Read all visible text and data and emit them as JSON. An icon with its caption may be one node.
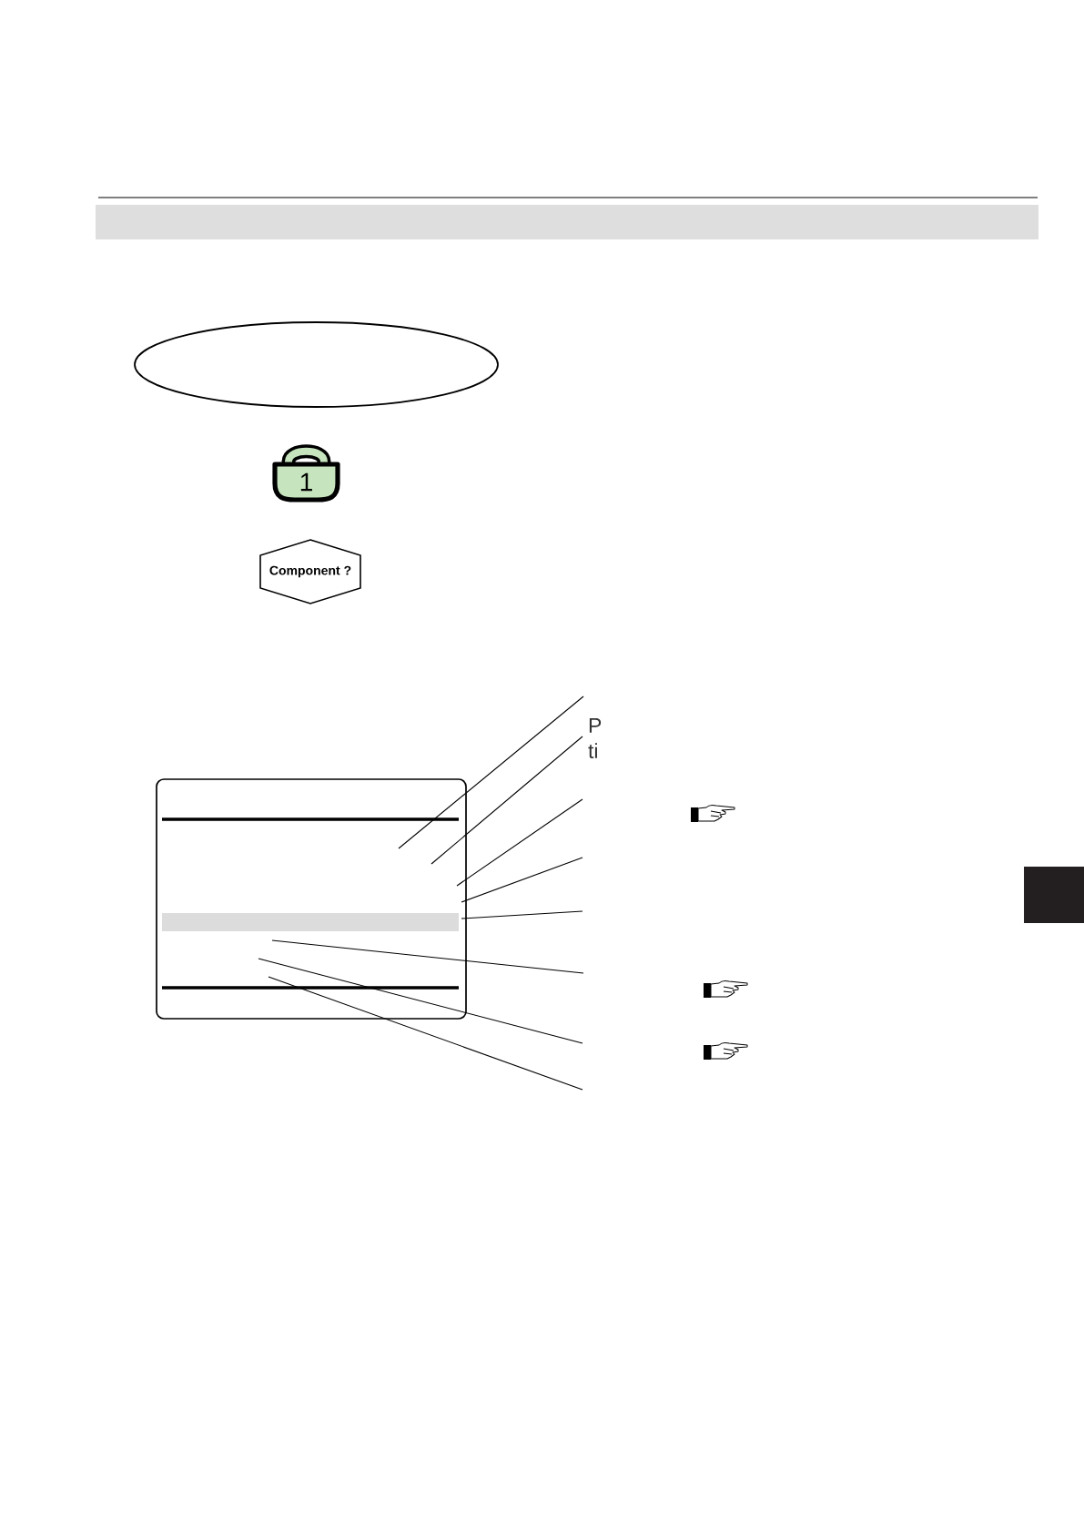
{
  "diagram": {
    "nodes": [
      {
        "text": [],
        "shape": "ellipse"
      },
      {
        "text": [
          "1"
        ]
      },
      {
        "text": [
          "Component ?"
        ]
      },
      {
        "text": [
          "P ti"
        ]
      },
      {
        "text": [],
        "shape": "box"
      },
      {
        "text": [],
        "shape": "bar",
        "in": 4
      }
    ],
    "edges": [
      {
        "from": 3,
        "to": 4,
        "arrow": "none"
      },
      {
        "from": 3,
        "to": 4,
        "arrow": "none"
      },
      {
        "from": null,
        "to": 4,
        "arrow": "none"
      },
      {
        "from": null,
        "to": 4,
        "arrow": "none"
      },
      {
        "from": null,
        "to": 5,
        "arrow": "none"
      },
      {
        "from": null,
        "to": 4,
        "arrow": "none"
      },
      {
        "from": null,
        "to": 4,
        "arrow": "none"
      },
      {
        "from": null,
        "to": 4,
        "arrow": "none"
      }
    ]
  }
}
